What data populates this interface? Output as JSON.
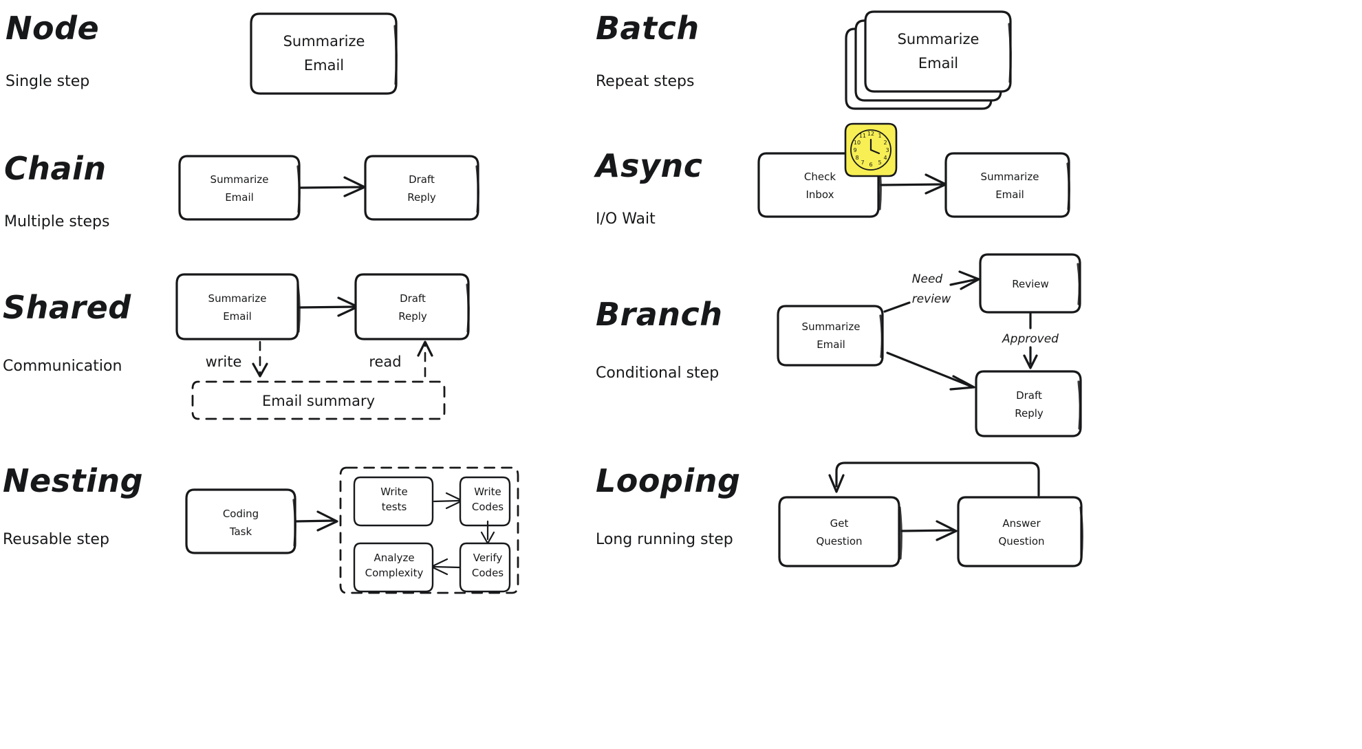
{
  "meta": {
    "bg": "#ffffff",
    "ink": "#17181a",
    "accent": "#f7ef54"
  },
  "sections": [
    {
      "id": "node",
      "title": "Node",
      "subtitle": "Single step",
      "nodes": [
        {
          "id": "n1",
          "label_line1": "Summarize",
          "label_line2": "Email"
        }
      ]
    },
    {
      "id": "batch",
      "title": "Batch",
      "subtitle": "Repeat steps",
      "nodes": [
        {
          "id": "b1",
          "label_line1": "Summarize",
          "label_line2": "Email"
        }
      ],
      "stack_count": 3
    },
    {
      "id": "chain",
      "title": "Chain",
      "subtitle": "Multiple steps",
      "nodes": [
        {
          "id": "c1",
          "label_line1": "Summarize",
          "label_line2": "Email"
        },
        {
          "id": "c2",
          "label_line1": "Draft",
          "label_line2": "Reply"
        }
      ],
      "edges": [
        {
          "from": "c1",
          "to": "c2",
          "label": ""
        }
      ]
    },
    {
      "id": "async",
      "title": "Async",
      "subtitle": "I/O Wait",
      "nodes": [
        {
          "id": "a1",
          "label_line1": "Check",
          "label_line2": "Inbox"
        },
        {
          "id": "a2",
          "label_line1": "Summarize",
          "label_line2": "Email"
        }
      ],
      "edges": [
        {
          "from": "a1",
          "to": "a2",
          "label": ""
        }
      ],
      "badge": {
        "type": "clock-icon",
        "color": "#f7ef54",
        "numerals": [
          "12",
          "1",
          "2",
          "3",
          "4",
          "5",
          "6",
          "7",
          "8",
          "9",
          "10",
          "11"
        ]
      }
    },
    {
      "id": "shared",
      "title": "Shared",
      "subtitle": "Communication",
      "nodes": [
        {
          "id": "s1",
          "label_line1": "Summarize",
          "label_line2": "Email"
        },
        {
          "id": "s2",
          "label_line1": "Draft",
          "label_line2": "Reply"
        }
      ],
      "store": {
        "id": "store",
        "label": "Email summary"
      },
      "edges": [
        {
          "from": "s1",
          "to": "s2",
          "label": ""
        },
        {
          "from": "s1",
          "to": "store",
          "label": "write",
          "style": "dashed"
        },
        {
          "from": "store",
          "to": "s2",
          "label": "read",
          "style": "dashed"
        }
      ]
    },
    {
      "id": "branch",
      "title": "Branch",
      "subtitle": "Conditional step",
      "nodes": [
        {
          "id": "br1",
          "label_line1": "Summarize",
          "label_line2": "Email"
        },
        {
          "id": "br2",
          "label_line1": "Review",
          "label_line2": ""
        },
        {
          "id": "br3",
          "label_line1": "Draft",
          "label_line2": "Reply"
        }
      ],
      "edges": [
        {
          "from": "br1",
          "to": "br2",
          "label": "Need review"
        },
        {
          "from": "br2",
          "to": "br3",
          "label": "Approved"
        },
        {
          "from": "br1",
          "to": "br3",
          "label": ""
        }
      ]
    },
    {
      "id": "nesting",
      "title": "Nesting",
      "subtitle": "Reusable step",
      "nodes": [
        {
          "id": "ns0",
          "label_line1": "Coding",
          "label_line2": "Task"
        }
      ],
      "group": {
        "nodes": [
          {
            "id": "ns1",
            "label_line1": "Write",
            "label_line2": "tests"
          },
          {
            "id": "ns2",
            "label_line1": "Write",
            "label_line2": "Codes"
          },
          {
            "id": "ns3",
            "label_line1": "Verify",
            "label_line2": "Codes"
          },
          {
            "id": "ns4",
            "label_line1": "Analyze",
            "label_line2": "Complexity"
          }
        ],
        "edges": [
          {
            "from": "ns1",
            "to": "ns2"
          },
          {
            "from": "ns2",
            "to": "ns3"
          },
          {
            "from": "ns3",
            "to": "ns4"
          }
        ]
      }
    },
    {
      "id": "looping",
      "title": "Looping",
      "subtitle": "Long running step",
      "nodes": [
        {
          "id": "lp1",
          "label_line1": "Get",
          "label_line2": "Question"
        },
        {
          "id": "lp2",
          "label_line1": "Answer",
          "label_line2": "Question"
        }
      ],
      "edges": [
        {
          "from": "lp1",
          "to": "lp2",
          "label": ""
        },
        {
          "from": "lp2",
          "to": "lp1",
          "label": "",
          "style": "loop-back"
        }
      ]
    }
  ]
}
